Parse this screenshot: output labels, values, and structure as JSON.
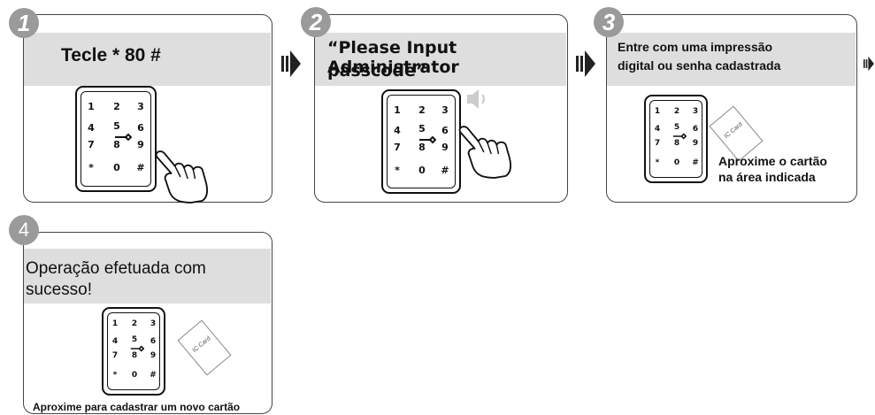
{
  "steps": [
    {
      "number": "1",
      "title": "Tecle * 80 #"
    },
    {
      "number": "2",
      "title_line1": "“Please Input Administrator",
      "title_line2": "passcode”"
    },
    {
      "number": "3",
      "title_line1": "Entre com uma impressão",
      "title_line2": "digital ou senha cadastrada",
      "caption_line1": "Aproxime o cartão",
      "caption_line2": "na área indicada",
      "card_label": "IC Card"
    },
    {
      "number": "4",
      "title_line1": "Operação efetuada com",
      "title_line2": "sucesso!",
      "caption": "Aproxime para cadastrar um novo cartão",
      "card_label": "IC Card"
    }
  ],
  "keypad": {
    "row1": [
      "1",
      "2",
      "3"
    ],
    "row2": [
      "4",
      "5",
      "6"
    ],
    "row3": [
      "7",
      "8",
      "9"
    ],
    "row4": [
      "*",
      "0",
      "#"
    ]
  },
  "icons": [
    "speaker-icon",
    "hand-press-icon",
    "fingerprint-icon",
    "ic-card-icon",
    "step-arrow-icon"
  ]
}
